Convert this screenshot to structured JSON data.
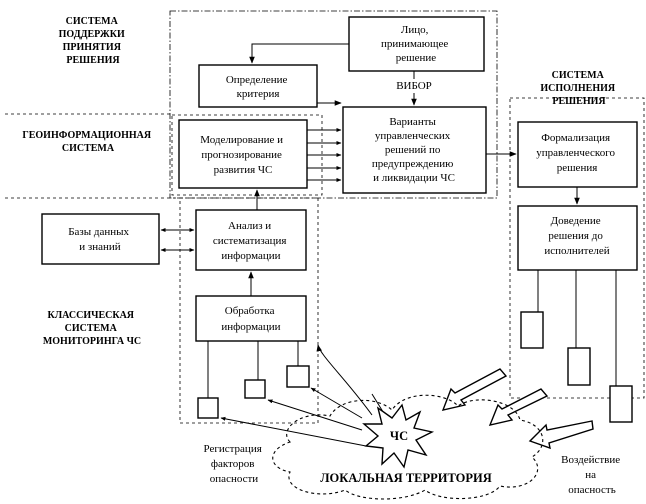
{
  "sections": {
    "support": [
      "СИСТЕМА",
      "ПОДДЕРЖКИ",
      "ПРИНЯТИЯ",
      "РЕШЕНИЯ"
    ],
    "gis": [
      "ГЕОИНФОРМАЦИОННАЯ",
      "СИСТЕМА"
    ],
    "monitoring": [
      "КЛАССИЧЕСКАЯ",
      "СИСТЕМА",
      "МОНИТОРИНГА ЧС"
    ],
    "execution": [
      "СИСТЕМА",
      "ИСПОЛНЕНИЯ",
      "РЕШЕНИЯ"
    ]
  },
  "boxes": {
    "decision_maker": [
      "Лицо,",
      "принимающее",
      "решение"
    ],
    "criterion": [
      "Определение",
      "критерия"
    ],
    "modeling": [
      "Моделирование и",
      "прогнозирование",
      "развития ЧС"
    ],
    "options": [
      "Варианты",
      "управленческих",
      "решений по",
      "предупреждению",
      "и ликвидации ЧС"
    ],
    "formalization": [
      "Формализация",
      "управленческого",
      "решения"
    ],
    "delivery": [
      "Доведение",
      "решения до",
      "исполнителей"
    ],
    "database": [
      "Базы данных",
      "и знаний"
    ],
    "analysis": [
      "Анализ и",
      "систематизация",
      "информации"
    ],
    "processing": [
      "Обработка",
      "информации"
    ]
  },
  "choice_label": "ВИБОР",
  "emergency_label": "ЧС",
  "territory_label": "ЛОКАЛЬНАЯ ТЕРРИТОРИЯ",
  "registration_label": [
    "Регистрация",
    "факторов",
    "опасности"
  ],
  "impact_label": [
    "Воздействие",
    "на",
    "опасность"
  ]
}
